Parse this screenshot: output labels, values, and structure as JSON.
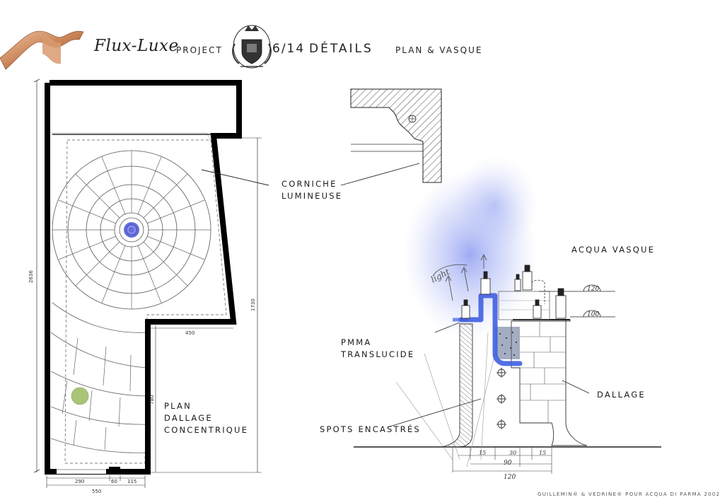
{
  "header": {
    "brand": "Flux-Luxe",
    "project": "PROJECT",
    "page": "6/14",
    "title": "DÉTAILS",
    "subtitle": "PLAN & VASQUE"
  },
  "plan": {
    "label_lines": [
      "PLAN",
      "DALLAGE",
      "CONCENTRIQUE"
    ],
    "dimensions": {
      "overall_height": "2636",
      "right_height": "1730",
      "lower_height": "780",
      "notch_width": "450",
      "bottom_left": "290",
      "bottom_mid": "60",
      "bottom_right": "115",
      "bottom_total": "550"
    },
    "accent_colors": {
      "wall": "#000000",
      "blue_spot": "#4b55d6",
      "green_spot": "#8db04a"
    }
  },
  "section": {
    "corniche_lines": [
      "CORNICHE",
      "LUMINEUSE"
    ],
    "acqua_label": "ACQUA VASQUE",
    "pmma_lines": [
      "PMMA",
      "TRANSLUCIDE"
    ],
    "spots_label": "SPOTS ENCASTRÉS",
    "dallage_label": "DALLAGE",
    "handwritten": "light",
    "levels": [
      "120",
      "100"
    ],
    "dims_bottom": [
      "15",
      "30",
      "15",
      "90",
      "120"
    ],
    "accent_colors": {
      "pmma": "#3f5fe0",
      "glow": "#8fa0f0"
    }
  },
  "credit": "GUILLEMIN® & VEDRINE® POUR ACQUA DI PARMA 2002"
}
